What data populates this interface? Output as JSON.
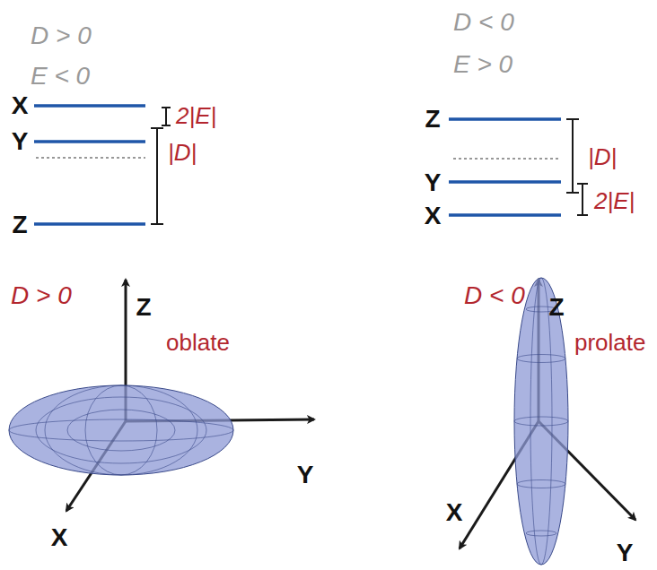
{
  "diagram": {
    "labels": [
      "D > 0",
      "E < 0",
      "X",
      "Y",
      "Z",
      "2|E|",
      "|D|",
      "D < 0",
      "E > 0",
      "Z",
      "Y",
      "X",
      "|D|",
      "2|E|",
      "D > 0",
      "Z",
      "oblate",
      "Y",
      "X",
      "D < 0",
      "Z",
      "prolate",
      "X",
      "Y"
    ]
  }
}
